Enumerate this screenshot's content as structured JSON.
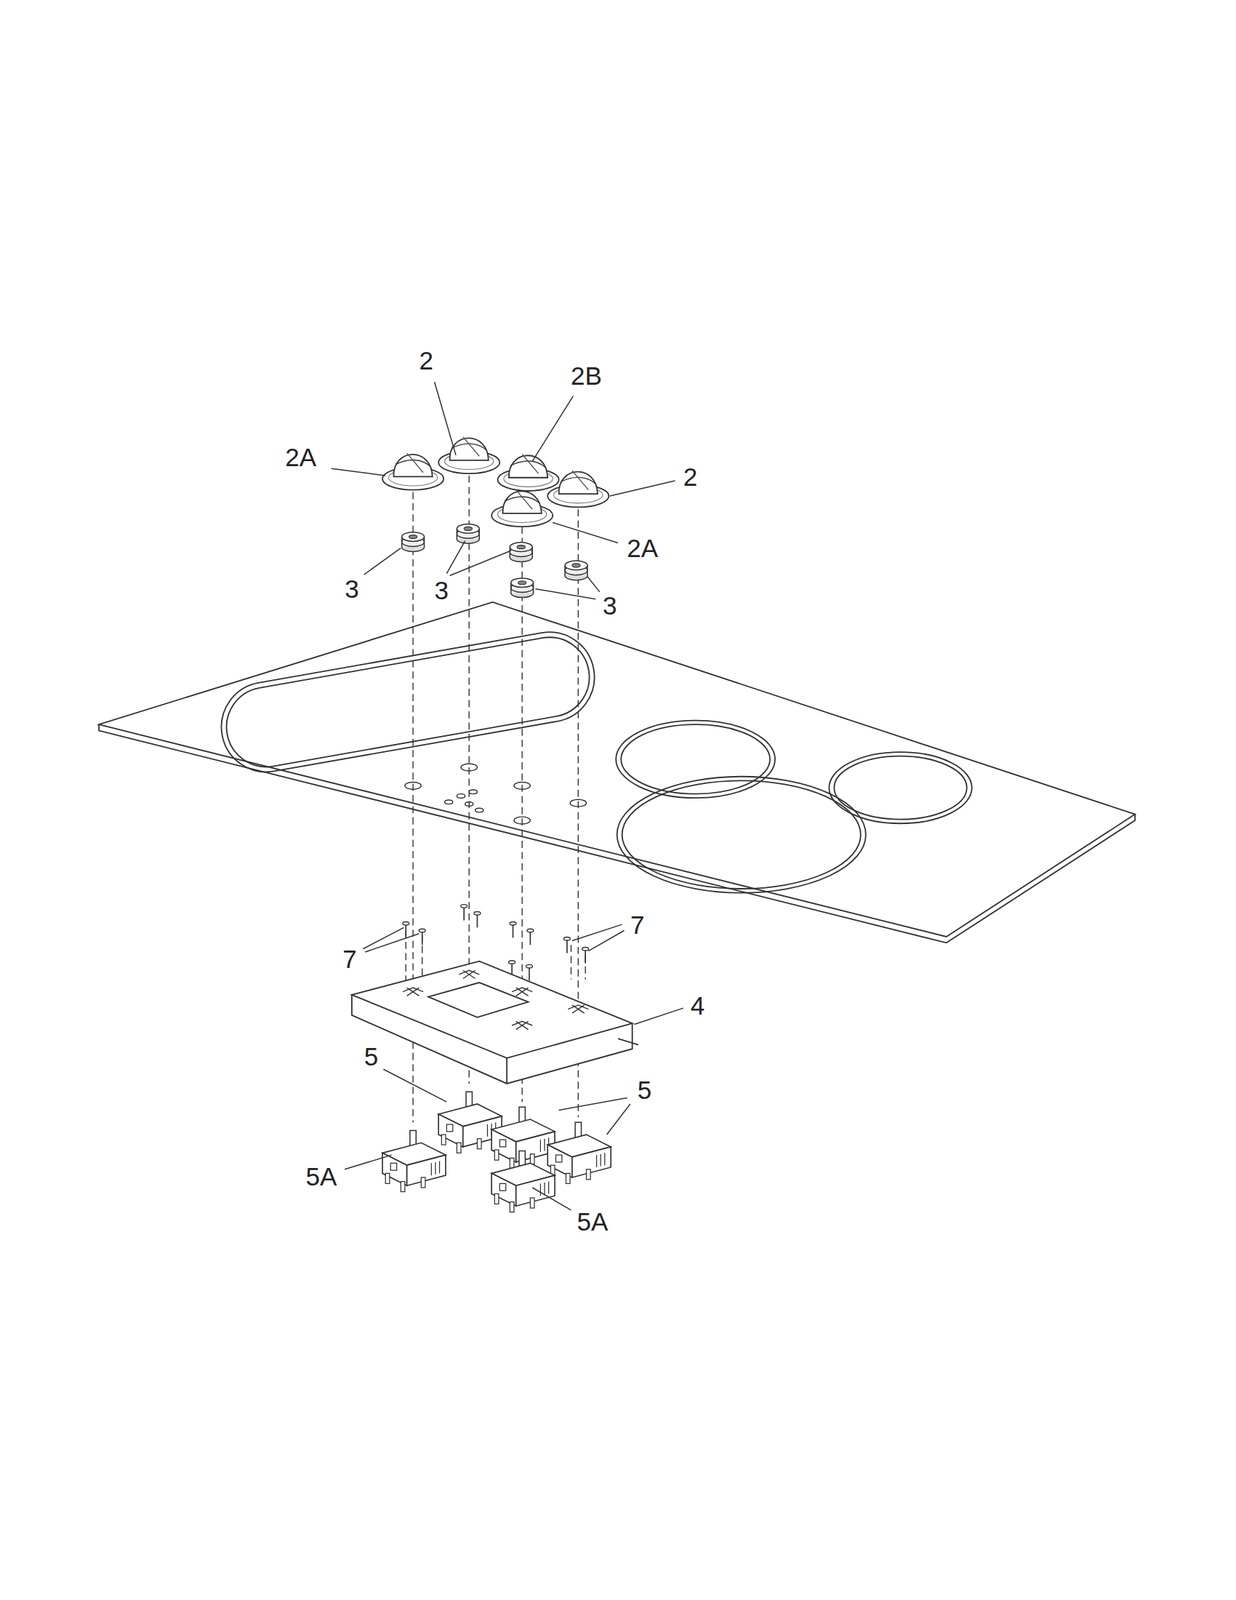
{
  "diagram": {
    "labels": [
      "2",
      "2B",
      "2A",
      "2",
      "2A",
      "3",
      "3",
      "3",
      "7",
      "7",
      "4",
      "5",
      "5",
      "5A",
      "5A"
    ]
  }
}
